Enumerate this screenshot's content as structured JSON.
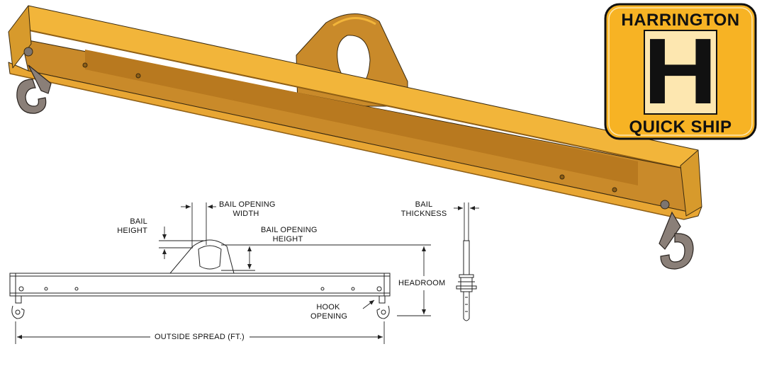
{
  "logo": {
    "top_text": "HARRINGTON",
    "letter": "H",
    "bottom_text": "QUICK SHIP",
    "colors": {
      "badge": "#f7b324",
      "badge_edge": "#111111",
      "letter_bg": "#fde7b0"
    }
  },
  "labels": {
    "bail_opening_width": [
      "BAIL OPENING",
      "WIDTH"
    ],
    "bail_height": [
      "BAIL",
      "HEIGHT"
    ],
    "bail_opening_height": [
      "BAIL OPENING",
      "HEIGHT"
    ],
    "bail_thickness": [
      "BAIL",
      "THICKNESS"
    ],
    "headroom": "HEADROOM",
    "hook_opening": [
      "HOOK",
      "OPENING"
    ],
    "outside_spread": "OUTSIDE SPREAD (FT.)"
  },
  "colors": {
    "beam_main": "#c98a2a",
    "beam_light": "#f2b53a",
    "beam_dark": "#8e5e14",
    "hook": "#8a7f78",
    "line": "#222222"
  }
}
